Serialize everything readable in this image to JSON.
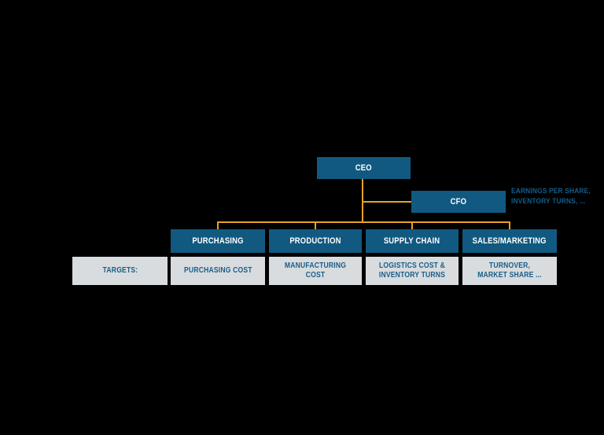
{
  "org_chart": {
    "ceo": {
      "label": "CEO"
    },
    "cfo": {
      "label": "CFO",
      "annotation_line1": "EARNINGS PER SHARE,",
      "annotation_line2": "INVENTORY TURNS, ..."
    },
    "departments": [
      {
        "label": "PURCHASING",
        "target": "PURCHASING COST"
      },
      {
        "label": "PRODUCTION",
        "target": "MANUFACTURING COST"
      },
      {
        "label": "SUPPLY CHAIN",
        "target": "LOGISTICS COST & INVENTORY TURNS"
      },
      {
        "label": "SALES/MARKETING",
        "target": "TURNOVER, MARKET SHARE ..."
      }
    ],
    "targets_row_label": "TARGETS:",
    "colors": {
      "node_blue": "#115980",
      "target_gray": "#D8DCDF",
      "connector_orange": "#E9A126",
      "text_blue": "#1B5D87",
      "background": "#000000",
      "node_text": "#FFFFFF"
    }
  }
}
